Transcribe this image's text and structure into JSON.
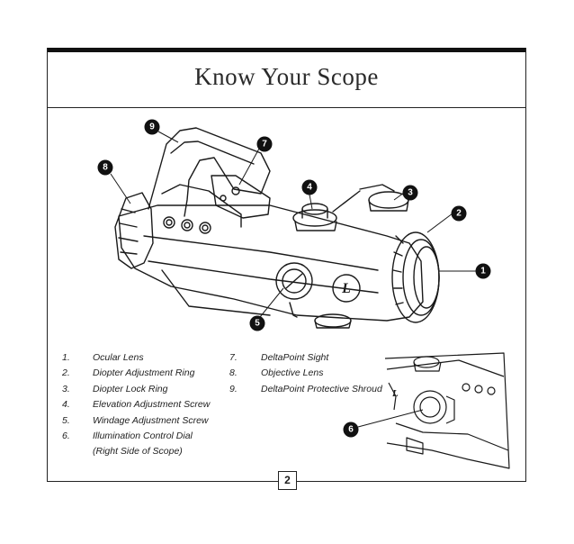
{
  "title": "Know Your Scope",
  "page_number": "2",
  "callouts": [
    "1",
    "2",
    "3",
    "4",
    "5",
    "6",
    "7",
    "8",
    "9"
  ],
  "legend_left": [
    {
      "num": "1.",
      "text": "Ocular Lens"
    },
    {
      "num": "2.",
      "text": "Diopter Adjustment Ring"
    },
    {
      "num": "3.",
      "text": "Diopter Lock Ring"
    },
    {
      "num": "4.",
      "text": "Elevation Adjustment Screw"
    },
    {
      "num": "5.",
      "text": "Windage Adjustment Screw"
    },
    {
      "num": "6.",
      "text": "Illumination Control Dial"
    },
    {
      "num": "",
      "text": "(Right Side of Scope)"
    }
  ],
  "legend_right": [
    {
      "num": "7.",
      "text": "DeltaPoint Sight"
    },
    {
      "num": "8.",
      "text": "Objective Lens"
    },
    {
      "num": "9.",
      "text": "DeltaPoint Protective Shroud"
    }
  ],
  "logo_letter": "L",
  "colors": {
    "ink": "#1a1a1a",
    "callout": "#111111",
    "paper": "#ffffff"
  }
}
